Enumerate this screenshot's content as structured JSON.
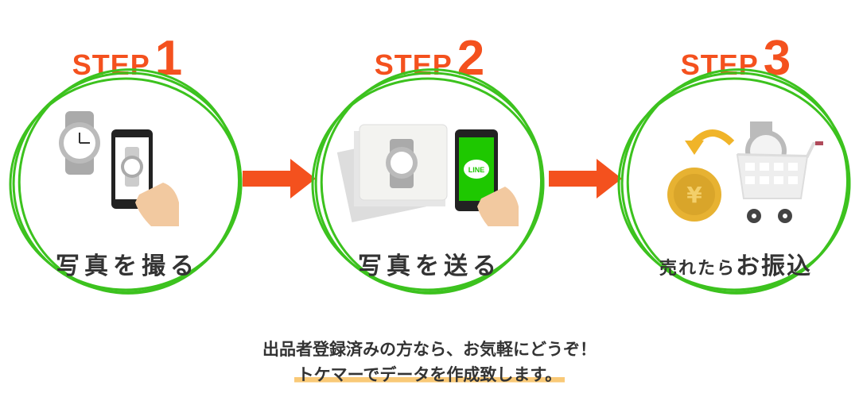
{
  "steps": [
    {
      "word": "STEP",
      "number": "1",
      "label": "写真を撮る"
    },
    {
      "word": "STEP",
      "number": "2",
      "label": "写真を送る",
      "line_badge": "LINE"
    },
    {
      "word": "STEP",
      "number": "3",
      "label_small": "売れたら",
      "label_big": "お振込",
      "coin_symbol": "¥"
    }
  ],
  "message": {
    "line1": "出品者登録済みの方なら、お気軽にどうぞ！",
    "line2": "トケマーでデータを作成致します。"
  },
  "colors": {
    "accent": "#f4511e",
    "ring": "#3cc21e",
    "highlight": "#f9c977"
  }
}
